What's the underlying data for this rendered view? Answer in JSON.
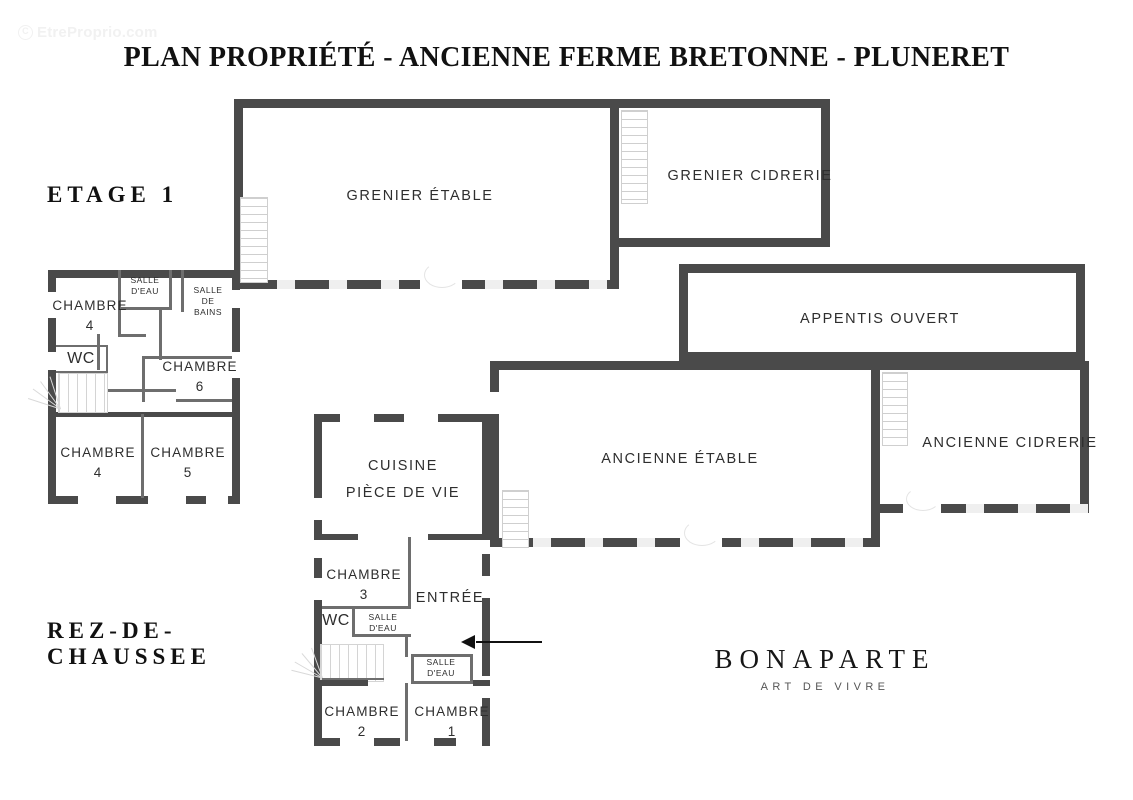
{
  "watermark": {
    "symbol": "C",
    "text": "EtreProprio.com"
  },
  "title": "PLAN PROPRIÉTÉ - ANCIENNE FERME BRETONNE - PLUNERET",
  "floors": [
    {
      "id": "etage1",
      "caption": "ETAGE 1"
    },
    {
      "id": "rdc",
      "caption": "REZ-DE-\nCHAUSSEE"
    }
  ],
  "brand": {
    "name": "BONAPARTE",
    "tagline": "ART DE VIVRE"
  },
  "colors": {
    "wall": "#4a4a4a",
    "thin_wall": "#6e6e6e",
    "label_text": "#2e2e2e",
    "title_text": "#111111",
    "background": "#ffffff",
    "watermark": "#f1f1f1"
  },
  "upper_floor_rooms": [
    {
      "name": "GRENIER ÉTABLE",
      "label": "GRENIER ÉTABLE"
    },
    {
      "name": "GRENIER CIDRERIE",
      "label": "GRENIER CIDRERIE"
    },
    {
      "name": "CHAMBRE 4 (haut)",
      "label": "CHAMBRE\n4"
    },
    {
      "name": "SALLE D'EAU",
      "label": "SALLE\nD'EAU"
    },
    {
      "name": "SALLE DE BAINS",
      "label": "SALLE\nDE\nBAINS"
    },
    {
      "name": "WC",
      "label": "WC"
    },
    {
      "name": "CHAMBRE 6",
      "label": "CHAMBRE\n6"
    },
    {
      "name": "CHAMBRE 4 (bas)",
      "label": "CHAMBRE\n4"
    },
    {
      "name": "CHAMBRE 5",
      "label": "CHAMBRE\n5"
    }
  ],
  "ground_floor_rooms": [
    {
      "name": "APPENTIS OUVERT",
      "label": "APPENTIS OUVERT"
    },
    {
      "name": "ANCIENNE ÉTABLE",
      "label": "ANCIENNE ÉTABLE"
    },
    {
      "name": "ANCIENNE CIDRERIE",
      "label": "ANCIENNE CIDRERIE"
    },
    {
      "name": "CUISINE PIÈCE DE VIE",
      "label": "CUISINE"
    },
    {
      "name": "PIÈCE DE VIE",
      "label": "PIÈCE DE VIE"
    },
    {
      "name": "CHAMBRE 3",
      "label": "CHAMBRE\n3"
    },
    {
      "name": "ENTRÉE",
      "label": "ENTRÉE"
    },
    {
      "name": "WC",
      "label": "WC"
    },
    {
      "name": "SALLE D'EAU (wc)",
      "label": "SALLE\nD'EAU"
    },
    {
      "name": "SALLE D'EAU (chambre 1)",
      "label": "SALLE\nD'EAU"
    },
    {
      "name": "CHAMBRE 2",
      "label": "CHAMBRE\n2"
    },
    {
      "name": "CHAMBRE 1",
      "label": "CHAMBRE\n1"
    }
  ],
  "labels": {
    "grenier_etable": "GRENIER ÉTABLE",
    "grenier_cidrerie": "GRENIER CIDRERIE",
    "chambre4_haut": "CHAMBRE\n4",
    "salle_deau_etage": "SALLE\nD'EAU",
    "salle_de_bains": "SALLE\nDE\nBAINS",
    "wc_etage": "WC",
    "chambre6": "CHAMBRE\n6",
    "chambre4_bas": "CHAMBRE\n4",
    "chambre5": "CHAMBRE\n5",
    "appentis_ouvert": "APPENTIS OUVERT",
    "ancienne_etable": "ANCIENNE ÉTABLE",
    "ancienne_cidrerie": "ANCIENNE CIDRERIE",
    "cuisine": "CUISINE",
    "piece_de_vie": "PIÈCE DE VIE",
    "chambre3": "CHAMBRE\n3",
    "entree": "ENTRÉE",
    "wc_rdc": "WC",
    "salle_deau_wc": "SALLE\nD'EAU",
    "salle_deau_ch1": "SALLE\nD'EAU",
    "chambre2": "CHAMBRE\n2",
    "chambre1": "CHAMBRE\n1"
  },
  "annotations": {
    "entrance_arrow": "entrance-direction-arrow"
  }
}
